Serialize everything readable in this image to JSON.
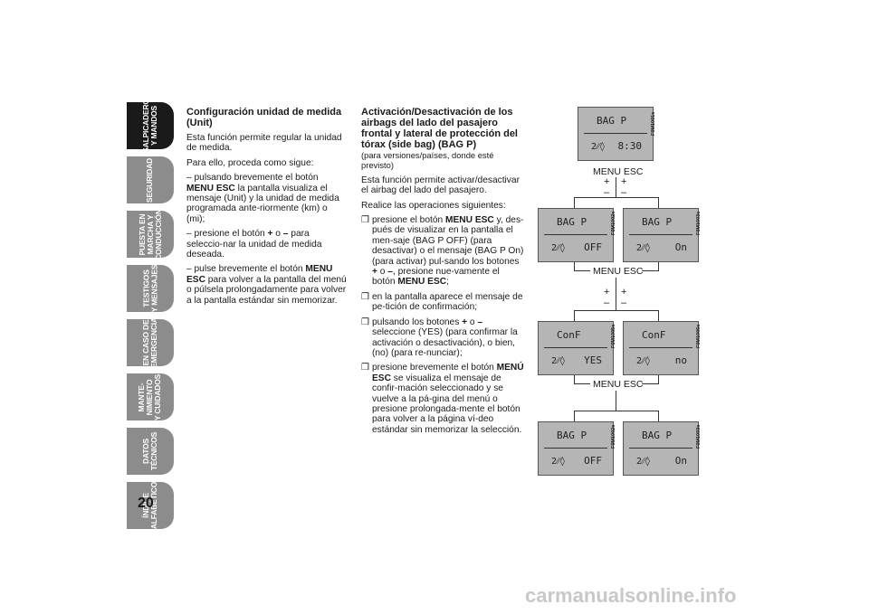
{
  "side_tabs": [
    {
      "label": "SALPICADERO\nY MANDOS",
      "active": true
    },
    {
      "label": "SEGURIDAD",
      "active": false
    },
    {
      "label": "PUESTA EN\nMARCHA Y\nCONDUCCIÓN",
      "active": false
    },
    {
      "label": "TESTIGOS\nY MENSAJES",
      "active": false
    },
    {
      "label": "EN CASO DE\nEMERGENCIA",
      "active": false
    },
    {
      "label": "MANTE-\nNIMIENTO\nY CUIDADOS",
      "active": false
    },
    {
      "label": "DATOS\nTÉCNICOS",
      "active": false
    },
    {
      "label": "ÍNDICE\nALFABÉTICO",
      "active": false
    }
  ],
  "page_number": "20",
  "left": {
    "heading": "Configuración unidad de medida (Unit)",
    "p1": "Esta función permite regular la unidad de medida.",
    "p2": "Para ello, proceda como sigue:",
    "s1_pre": "– pulsando brevemente el botón ",
    "s1_key": "MENU ESC",
    "s1_post": " la pantalla visualiza el mensaje (Unit) y la unidad de medida programada ante-riormente (km) o (mi);",
    "s2_pre": "– presione el botón ",
    "s2_key1": "+",
    "s2_mid": " o ",
    "s2_key2": "–",
    "s2_post": " para seleccio-nar la unidad de medida deseada.",
    "s3_pre": "– pulse brevemente el botón ",
    "s3_key": "MENU ESC",
    "s3_post": " para volver a la pantalla del menú o púlsela prolongadamente para volver a la pantalla estándar sin memorizar."
  },
  "right": {
    "heading": "Activación/Desactivación de los airbags del lado del pasajero frontal y lateral de protección del tórax (side bag) (BAG P)",
    "note": "(para versiones/países, donde esté previsto)",
    "p1": "Esta función permite activar/desactivar el airbag del lado del pasajero.",
    "p2": "Realice las operaciones siguientes:",
    "bullet": "❒",
    "b1_pre": "presione el botón ",
    "b1_key": "MENU ESC",
    "b1_post": " y, des-pués de visualizar en la pantalla el men-saje (BAG P OFF) (para desactivar) o el mensaje (BAG P On) (para activar) pul-sando los botones ",
    "b1_k2": "+",
    "b1_mid": " o ",
    "b1_k3": "–",
    "b1_end": ", presione nue-vamente el botón ",
    "b1_k4": "MENU ESC",
    "b1_tail": ";",
    "b2": "en la pantalla aparece el mensaje de pe-tición de confirmación;",
    "b3_pre": "pulsando los botones ",
    "b3_k1": "+",
    "b3_mid": " o ",
    "b3_k2": "–",
    "b3_post": " seleccione (YES) (para confirmar la activación o desactivación), o bien, (no) (para re-nunciar);",
    "b4_pre": "presione brevemente el botón ",
    "b4_key": "MENÚ ESC",
    "b4_post": " se visualiza el mensaje de confir-mación seleccionado y se vuelve a la pá-gina del menú o presione prolongada-mente el botón para volver a la página ví-deo estándar sin memorizar la selección."
  },
  "diagram": {
    "menu_esc": "MENU ESC",
    "plus": "+",
    "minus": "–",
    "top": {
      "line1": "BAG P",
      "line2": "2⁄⁄◊",
      "value": "8:30",
      "code": "F0M1001s"
    },
    "row1": [
      {
        "line1": "BAG P",
        "line2": "2⁄⁄◊",
        "value": "OFF",
        "code": "F0M1002s"
      },
      {
        "line1": "BAG P",
        "line2": "2⁄⁄◊",
        "value": "On",
        "code": "F0M1003s"
      }
    ],
    "row2": [
      {
        "line1": "ConF",
        "line2": "2⁄⁄◊",
        "value": "YES",
        "code": "F0M1005s"
      },
      {
        "line1": "ConF",
        "line2": "2⁄⁄◊",
        "value": "no",
        "code": "F0M1006s"
      }
    ],
    "row3": [
      {
        "line1": "BAG P",
        "line2": "2⁄⁄◊",
        "value": "OFF",
        "code": "F0M1002s"
      },
      {
        "line1": "BAG P",
        "line2": "2⁄⁄◊",
        "value": "On",
        "code": "F0M1003s"
      }
    ]
  },
  "watermark": "carmanualsonline.info"
}
